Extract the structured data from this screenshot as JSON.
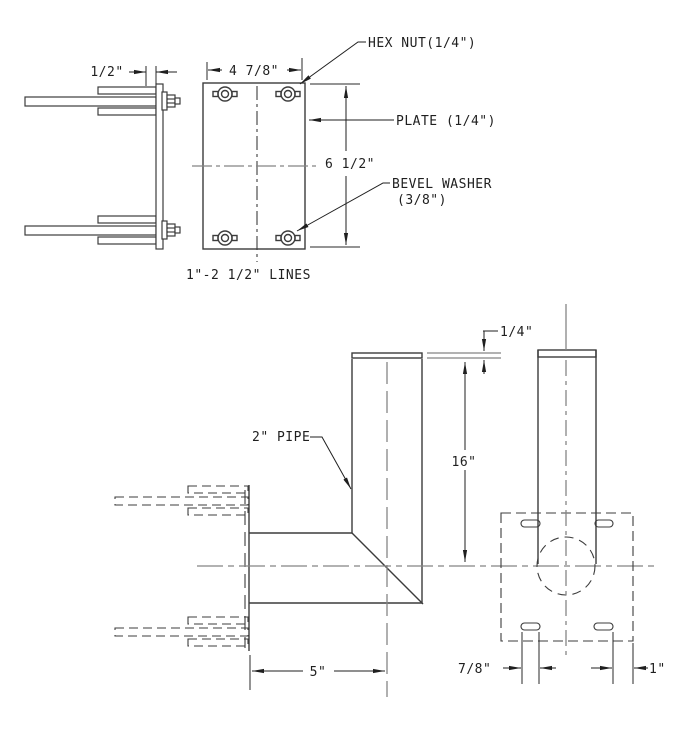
{
  "drawing": {
    "title": "pipe-mount-bracket-detail",
    "colors": {
      "line": "#3c3c3c",
      "dimension": "#1f1f1f",
      "centerline": "#858585",
      "background": "#ffffff"
    },
    "labels": {
      "hex_nut": "HEX NUT(1/4\")",
      "plate": "PLATE (1/4\")",
      "bevel_washer_line1": "BEVEL WASHER",
      "bevel_washer_line2": "(3/8\")",
      "pipe": "2\" PIPE",
      "lines_note": "1\"-2 1/2\" LINES"
    },
    "dimensions": {
      "bolt_projection": "1/2\"",
      "plate_width": "4 7/8\"",
      "plate_height": "6 1/2\"",
      "cap_thickness": "1/4\"",
      "pipe_height": "16\"",
      "pipe_standoff": "5\"",
      "slot_offset": "7/8\"",
      "edge_offset": "1\""
    }
  }
}
